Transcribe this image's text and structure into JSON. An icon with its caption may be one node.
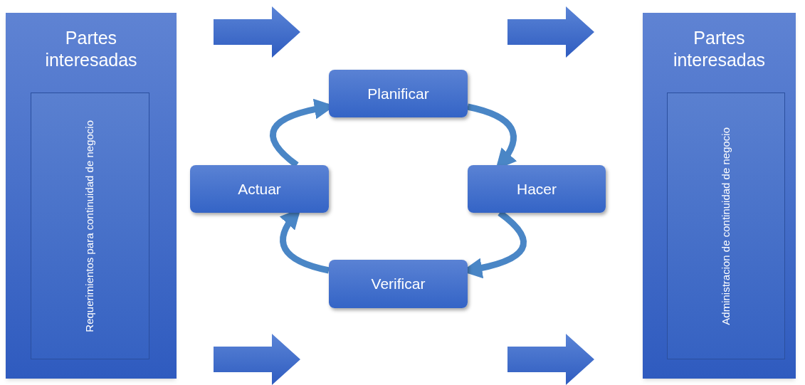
{
  "diagram": {
    "nodes": [
      {
        "text": [
          "Partes interesadas"
        ]
      },
      {
        "text": [
          "Requerimientos para continuidad de negocio"
        ],
        "in": 0
      },
      {
        "text": [
          "Partes interesadas"
        ]
      },
      {
        "text": [
          "Administracion de continuidad de negocio"
        ],
        "in": 2
      },
      {
        "text": [
          "Planificar"
        ]
      },
      {
        "text": [
          "Hacer"
        ]
      },
      {
        "text": [
          "Verificar"
        ]
      },
      {
        "text": [
          "Actuar"
        ]
      }
    ],
    "edges": [
      {
        "from": 4,
        "to": 5,
        "arrow": "to"
      },
      {
        "from": 5,
        "to": 6,
        "arrow": "to"
      },
      {
        "from": 6,
        "to": 7,
        "arrow": "to"
      },
      {
        "from": 7,
        "to": 4,
        "arrow": "to"
      }
    ]
  }
}
